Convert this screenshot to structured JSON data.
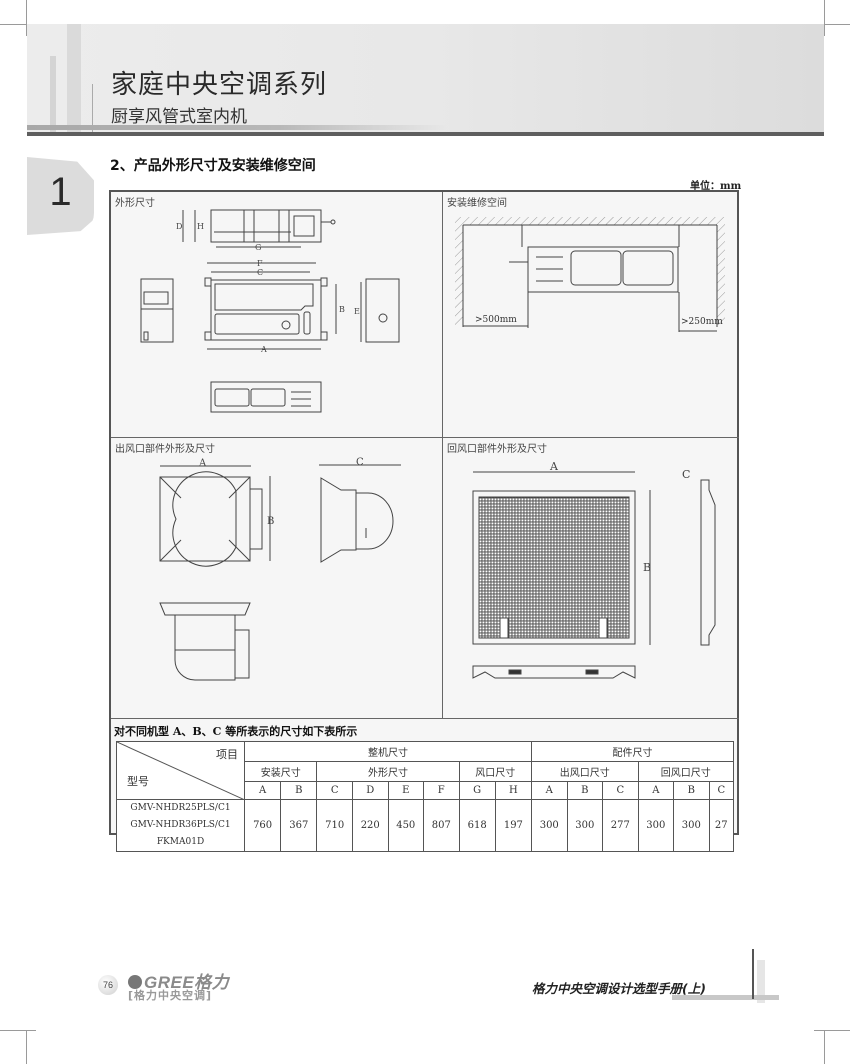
{
  "header": {
    "title": "家庭中央空调系列",
    "subtitle": "厨享风管式室内机"
  },
  "chapter": {
    "number": "1"
  },
  "section": {
    "title": "2、产品外形尺寸及安装维修空间",
    "unit": "单位：mm"
  },
  "panels": {
    "outline": {
      "label": "外形尺寸",
      "dimension_letters": [
        "D",
        "H",
        "G",
        "F",
        "C",
        "B",
        "A",
        "E"
      ]
    },
    "install_space": {
      "label": "安装维修空间",
      "clearance_left": ">500mm",
      "clearance_right": ">250mm"
    },
    "supply_outlet": {
      "label": "出风口部件外形及尺寸",
      "dim_a": "A",
      "dim_b": "B",
      "dim_c": "C"
    },
    "return_inlet": {
      "label": "回风口部件外形及尺寸",
      "dim_a": "A",
      "dim_b": "B",
      "dim_c": "C"
    }
  },
  "table": {
    "caption": "对不同机型 A、B、C 等所表示的尺寸如下表所示",
    "corner_top": "项目",
    "corner_bottom": "型号",
    "group_unit": "整机尺寸",
    "group_parts": "配件尺寸",
    "sub_install": "安装尺寸",
    "sub_outline": "外形尺寸",
    "sub_duct": "风口尺寸",
    "sub_supply": "出风口尺寸",
    "sub_return": "回风口尺寸",
    "columns": [
      "A",
      "B",
      "C",
      "D",
      "E",
      "F",
      "G",
      "H",
      "A",
      "B",
      "C",
      "A",
      "B",
      "C"
    ],
    "models": [
      "GMV-NHDR25PLS/C1",
      "GMV-NHDR36PLS/C1",
      "FKMA01D"
    ],
    "values": [
      "760",
      "367",
      "710",
      "220",
      "450",
      "807",
      "618",
      "197",
      "300",
      "300",
      "277",
      "300",
      "300",
      "27"
    ]
  },
  "footer": {
    "page_number": "76",
    "brand": "GREE格力",
    "brand_sub": "[格力中央空调]",
    "manual_title": "格力中央空调设计选型手册(上)"
  }
}
